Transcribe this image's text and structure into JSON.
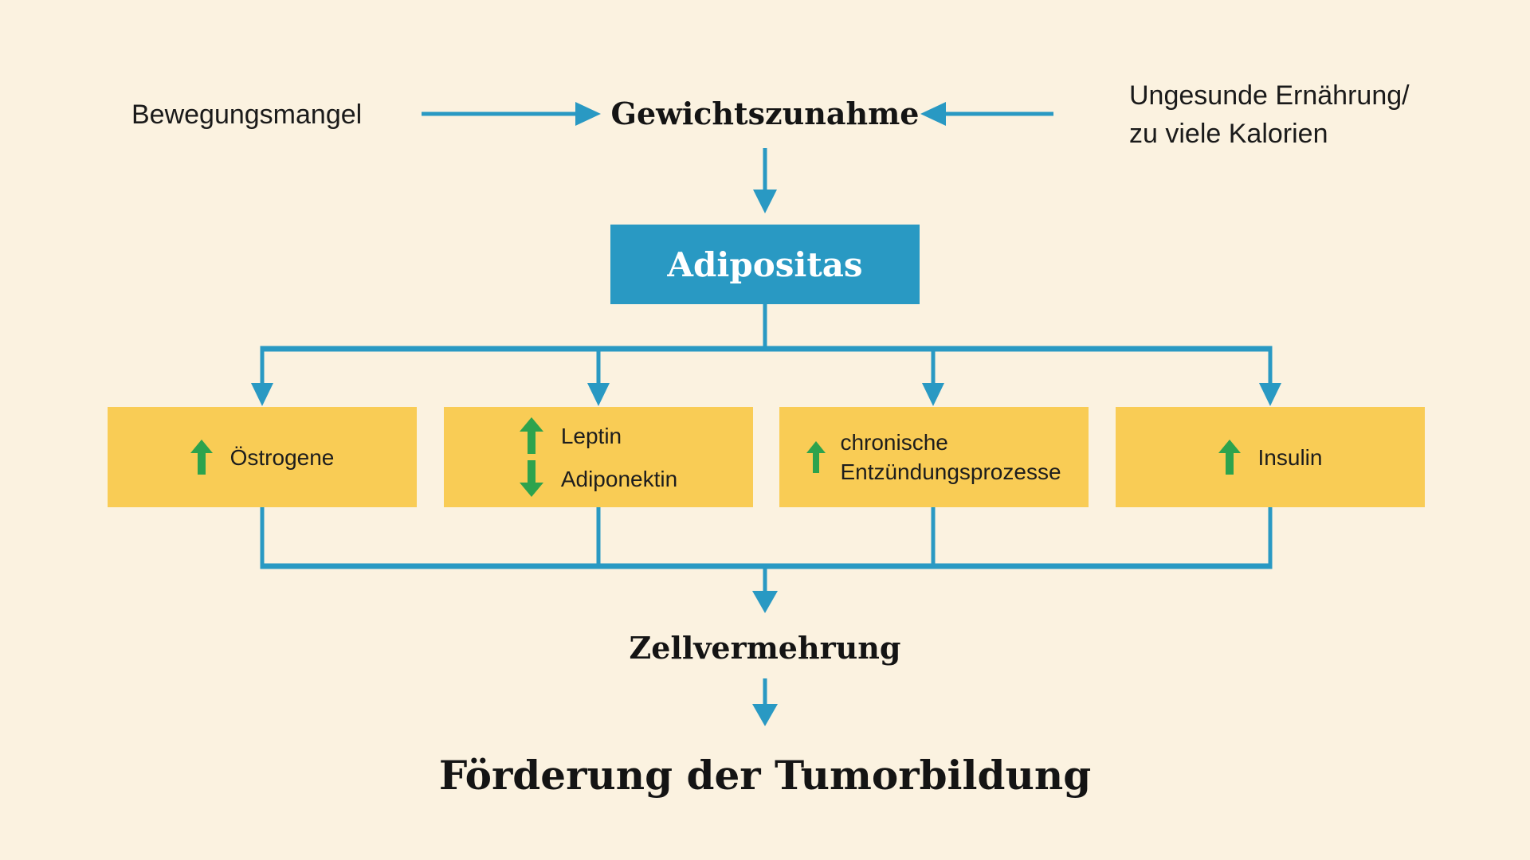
{
  "colors": {
    "background": "#FBF2E0",
    "blue": "#2999C3",
    "yellow": "#F9CC55",
    "green": "#2DA34D",
    "text": "#1A1A1A"
  },
  "top": {
    "left_label": "Bewegungsmangel",
    "center_label": "Gewichtszunahme",
    "right_label": "Ungesunde Ernährung/\nzu viele Kalorien"
  },
  "adipositas_box": {
    "label": "Adipositas"
  },
  "factor_boxes": [
    {
      "items": [
        {
          "direction": "up",
          "label": "Östrogene"
        }
      ]
    },
    {
      "items": [
        {
          "direction": "up",
          "label": "Leptin"
        },
        {
          "direction": "down",
          "label": "Adiponektin"
        }
      ]
    },
    {
      "items": [
        {
          "direction": "up",
          "label": "chronische\nEntzündungsprozesse"
        }
      ]
    },
    {
      "items": [
        {
          "direction": "up",
          "label": "Insulin"
        }
      ]
    }
  ],
  "bottom": {
    "zellvermehrung_label": "Zellvermehrung",
    "foerderung_label": "Förderung der Tumorbildung"
  }
}
